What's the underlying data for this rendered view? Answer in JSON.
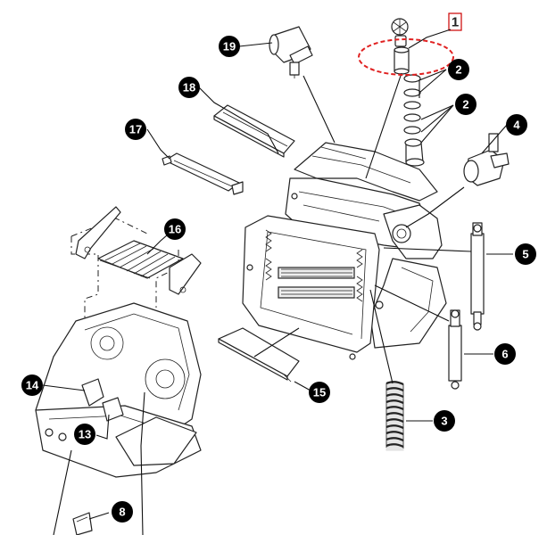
{
  "diagram": {
    "highlight_color": "#e02020",
    "reference_label": "1",
    "callouts": [
      {
        "id": "c19",
        "label": "19"
      },
      {
        "id": "c18",
        "label": "18"
      },
      {
        "id": "c17",
        "label": "17"
      },
      {
        "id": "c16",
        "label": "16"
      },
      {
        "id": "c2a",
        "label": "2"
      },
      {
        "id": "c2b",
        "label": "2"
      },
      {
        "id": "c4",
        "label": "4"
      },
      {
        "id": "c5",
        "label": "5"
      },
      {
        "id": "c6",
        "label": "6"
      },
      {
        "id": "c3",
        "label": "3"
      },
      {
        "id": "c15",
        "label": "15"
      },
      {
        "id": "c14",
        "label": "14"
      },
      {
        "id": "c13",
        "label": "13"
      },
      {
        "id": "c8",
        "label": "8"
      }
    ]
  }
}
